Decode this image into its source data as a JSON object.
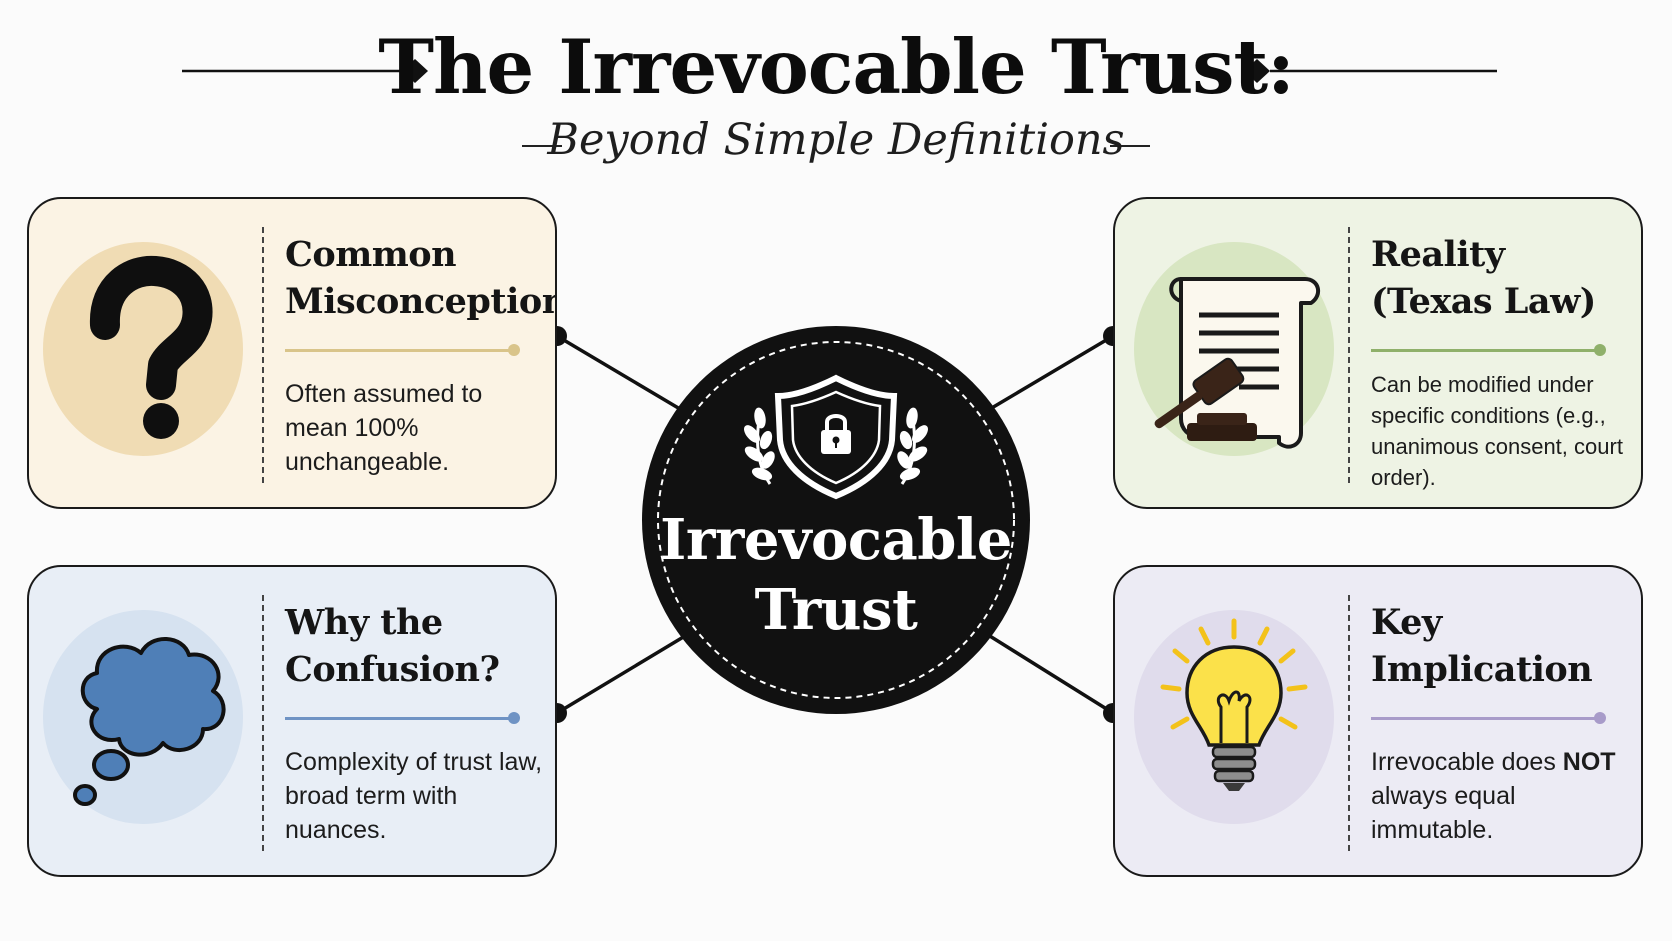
{
  "title": "The Irrevocable Trust:",
  "subtitle": "Beyond Simple Definitions",
  "hub": {
    "line1": "Irrevocable",
    "line2": "Trust"
  },
  "cards": {
    "misconception": {
      "head_line1": "Common",
      "head_line2": "Misconception",
      "body": "Often assumed to mean 100% unchangeable.",
      "icon": "question-mark-icon",
      "color": "#d9c48a"
    },
    "reality": {
      "head_line1": "Reality",
      "head_line2": "(Texas Law)",
      "body": "Can be modified under specific conditions (e.g., unanimous consent, court order).",
      "icon": "scroll-gavel-icon",
      "color": "#8fb06a"
    },
    "confusion": {
      "head_line1": "Why the",
      "head_line2": "Confusion?",
      "body": "Complexity of trust law, broad term with nuances.",
      "icon": "thought-bubble-icon",
      "color": "#6f93c4"
    },
    "implication": {
      "head_line1": "Key",
      "head_line2": "Implication",
      "body_pre": "Irrevocable does ",
      "body_strong": "NOT",
      "body_post": " always equal immutable.",
      "icon": "light-bulb-icon",
      "color": "#a89bc9"
    }
  }
}
